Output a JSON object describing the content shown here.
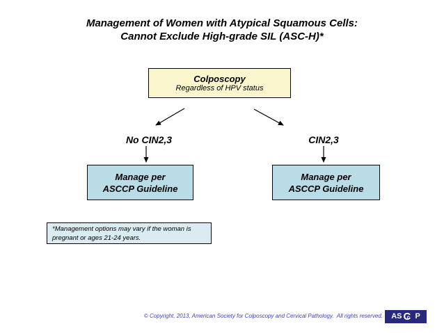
{
  "title": {
    "line1": "Management of Women with Atypical Squamous Cells:",
    "line2": "Cannot Exclude High-grade SIL (ASC-H)*"
  },
  "flowchart": {
    "colposcopy": {
      "title": "Colposcopy",
      "subtitle": "Regardless of HPV status"
    },
    "left_branch": {
      "label": "No CIN2,3",
      "box": {
        "line1": "Manage per",
        "line2": "ASCCP Guideline"
      }
    },
    "right_branch": {
      "label": "CIN2,3",
      "box": {
        "line1": "Manage per",
        "line2": "ASCCP Guideline"
      }
    }
  },
  "footnote": "*Management options may vary if the woman is pregnant or ages 21-24 years.",
  "footer": {
    "copyright": "© Copyright, 2013, American Society for Colposcopy and Cervical Pathology.  All rights reserved.",
    "logo": {
      "left_letters": "AS",
      "big_c": "C",
      "small_c": "c",
      "right_letter": "P"
    }
  },
  "colors": {
    "colposcopy_box_bg": "#FBF6CE",
    "manage_box_bg": "#B9DCE6",
    "footnote_box_bg": "#DAECF2",
    "box_border": "#000000",
    "copyright_text": "#4141B4",
    "logo_bg": "#28287E"
  }
}
